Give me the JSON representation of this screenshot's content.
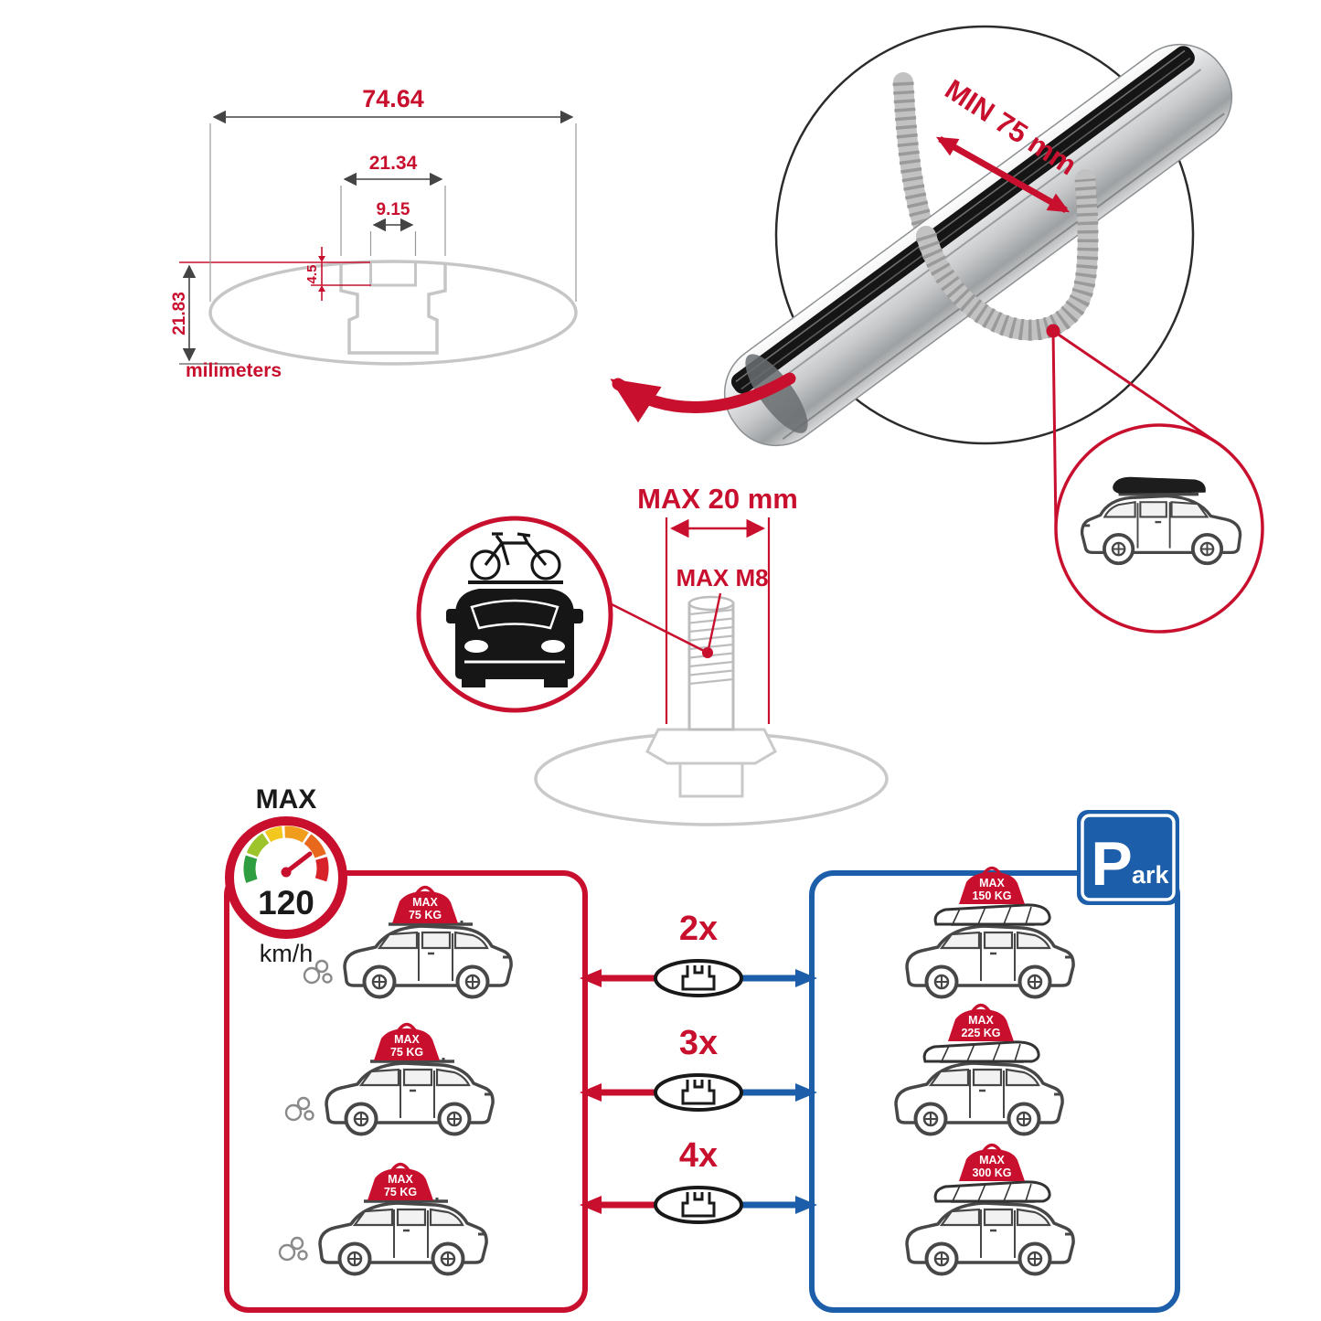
{
  "colors": {
    "red": "#C8102E",
    "blue": "#1C5EA9",
    "silver": "#C6C6C6",
    "black": "#1A1A1A"
  },
  "cross_section": {
    "total_width": "74.64",
    "channel_width": "21.34",
    "slot_width": "9.15",
    "lip_depth": "4.5",
    "total_height": "21.83",
    "units_label": "milimeters"
  },
  "crossbar_callout": {
    "min_clearance": "MIN 75 mm"
  },
  "bolt_callout": {
    "max_length": "MAX 20 mm",
    "max_thread": "MAX M8"
  },
  "speed_limit": {
    "label": "MAX",
    "value": "120",
    "unit": "km/h"
  },
  "park_sign": {
    "letter": "P",
    "rest": "ark"
  },
  "rows": [
    {
      "multiplier": "2x",
      "left": {
        "max": "MAX",
        "kg": "75 KG"
      },
      "right": {
        "max": "MAX",
        "kg": "150 KG"
      }
    },
    {
      "multiplier": "3x",
      "left": {
        "max": "MAX",
        "kg": "75 KG"
      },
      "right": {
        "max": "MAX",
        "kg": "225 KG"
      }
    },
    {
      "multiplier": "4x",
      "left": {
        "max": "MAX",
        "kg": "75 KG"
      },
      "right": {
        "max": "MAX",
        "kg": "300 KG"
      }
    }
  ]
}
